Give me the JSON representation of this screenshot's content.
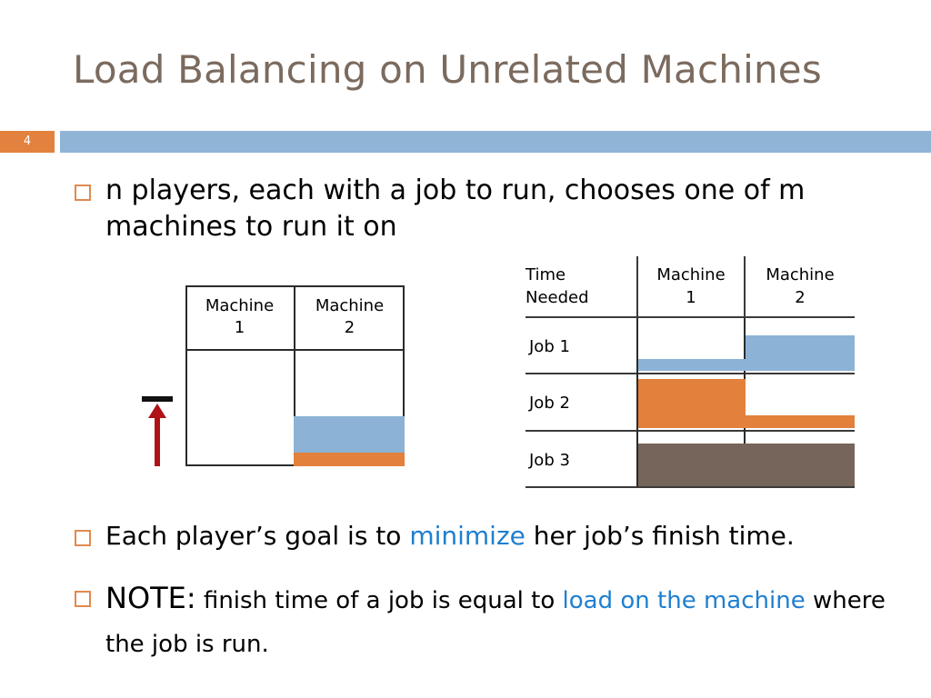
{
  "slide": {
    "number": "4",
    "title": "Load Balancing on Unrelated Machines",
    "accent_orange": "#e3813e",
    "accent_blue": "#8fb4d6",
    "title_color": "#7b6a5e",
    "link_color": "#1f7fd0",
    "bar_blue": "#8cb3d5",
    "bar_orange": "#e2803c",
    "bar_brown": "#76655a",
    "arrow_red": "#b01116"
  },
  "bullets": {
    "first": "n players, each with a job to run, chooses one of m machines to run it on",
    "second": {
      "pre": "Each player’s goal is to ",
      "link": "minimize",
      "post": " her job’s finish time."
    },
    "third": {
      "lead": "NOTE:",
      "pre": " finish time of a job is equal to ",
      "link": "load on the machine",
      "post": " where the job is run."
    }
  },
  "left_table": {
    "name": "machine-load-diagram",
    "headers": [
      {
        "line1": "Machine",
        "line2": "1"
      },
      {
        "line1": "Machine",
        "line2": "2"
      }
    ],
    "stacks": [
      {
        "machine": "Machine 1",
        "segments": []
      },
      {
        "machine": "Machine 2",
        "segments": [
          {
            "job": "Job 1",
            "color": "#8cb3d5",
            "height": 40
          },
          {
            "job": "Job 2",
            "color": "#e2803c",
            "height": 15
          }
        ]
      }
    ]
  },
  "right_table": {
    "name": "time-needed-table",
    "headers": [
      {
        "line1": "Time",
        "line2": "Needed"
      },
      {
        "line1": "Machine",
        "line2": "1"
      },
      {
        "line1": "Machine",
        "line2": "2"
      }
    ],
    "rows": [
      {
        "label": "Job 1",
        "color": "#8cb3d5",
        "machine1": 13,
        "machine2": 39
      },
      {
        "label": "Job 2",
        "color": "#e2803c",
        "machine1": 53,
        "machine2": 14
      },
      {
        "label": "Job 3",
        "color": "#76655a",
        "machine1": 47,
        "machine2": 47
      }
    ]
  },
  "chart_data": {
    "type": "bar",
    "title": "Time Needed",
    "orientation": "vertical-per-cell",
    "categories": [
      "Job 1",
      "Job 2",
      "Job 3"
    ],
    "series": [
      {
        "name": "Machine 1",
        "values": [
          13,
          53,
          47
        ]
      },
      {
        "name": "Machine 2",
        "values": [
          39,
          14,
          47
        ]
      }
    ],
    "colors": {
      "Job 1": "#8cb3d5",
      "Job 2": "#e2803c",
      "Job 3": "#76655a"
    },
    "xlabel": "",
    "ylabel": "Time Needed",
    "grid": true,
    "legend": "none",
    "notes": "Bar height within each row cell encodes the processing time of that job on that machine."
  }
}
